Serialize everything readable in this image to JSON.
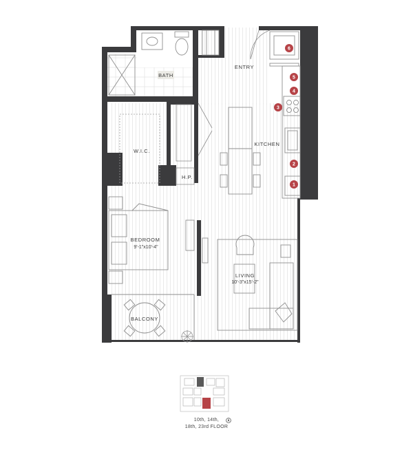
{
  "plan": {
    "rooms": {
      "bath": "BATH",
      "entry": "ENTRY",
      "kitchen": "KITCHEN",
      "wic": "W.I.C.",
      "hp": "H.P.",
      "bedroom": "BEDROOM",
      "bedroom_dim": "9'-1\"x10'-4\"",
      "living": "LIVING",
      "living_dim": "10'-3\"x15'-2\"",
      "balcony": "BALCONY"
    },
    "appliance_badges": [
      "6",
      "5",
      "4",
      "3",
      "2",
      "1"
    ],
    "colors": {
      "wall": "#3b3b3d",
      "accent": "#b64347",
      "line": "#9a9a9a",
      "floor_stripe": "#e6e6e6"
    }
  },
  "keyplan": {
    "floors_line1": "10th, 14th,",
    "floors_line2": "18th, 23rd FLOOR"
  }
}
